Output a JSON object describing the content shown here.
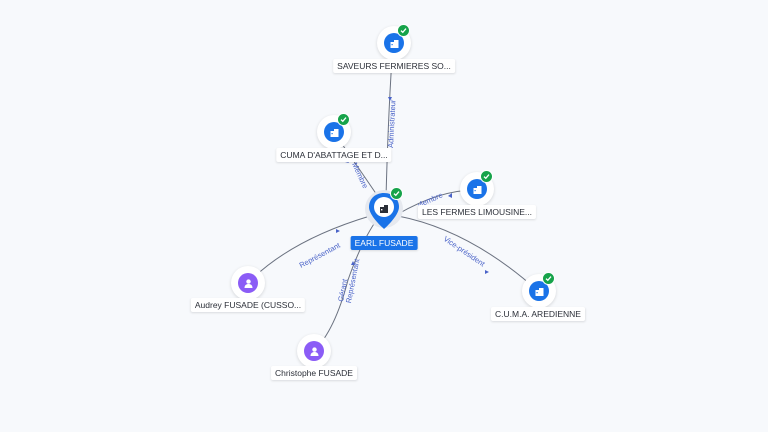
{
  "center": {
    "label": "EARL FUSADE",
    "icon": "company-icon",
    "verified": true
  },
  "nodes": [
    {
      "id": "saveurs",
      "label": "SAVEURS FERMIERES SO...",
      "kind": "company",
      "icon": "company-icon",
      "verified": true
    },
    {
      "id": "cuma_abattage",
      "label": "CUMA D'ABATTAGE ET D...",
      "kind": "company",
      "icon": "company-icon",
      "verified": true
    },
    {
      "id": "fermes",
      "label": "LES FERMES LIMOUSINE...",
      "kind": "company",
      "icon": "company-icon",
      "verified": true
    },
    {
      "id": "cuma_aredienne",
      "label": "C.U.M.A. AREDIENNE",
      "kind": "company",
      "icon": "company-icon",
      "verified": true
    },
    {
      "id": "audrey",
      "label": "Audrey FUSADE (CUSSO...",
      "kind": "person",
      "icon": "person-icon",
      "verified": false
    },
    {
      "id": "christophe",
      "label": "Christophe FUSADE",
      "kind": "person",
      "icon": "person-icon",
      "verified": false
    }
  ],
  "edges": [
    {
      "from": "center",
      "to": "saveurs",
      "label": "Administrateur"
    },
    {
      "from": "center",
      "to": "cuma_abattage",
      "label": "Membre"
    },
    {
      "from": "center",
      "to": "fermes",
      "label": "Membre"
    },
    {
      "from": "center",
      "to": "cuma_aredienne",
      "label": "Vice-président"
    },
    {
      "from": "audrey",
      "to": "center",
      "label": "Représentant"
    },
    {
      "from": "christophe",
      "to": "center",
      "label": "Gérant Représentant"
    }
  ],
  "colors": {
    "company": "#1a73e8",
    "person": "#8b5cf6",
    "verified": "#16a34a",
    "edge_label": "#4a63c8",
    "background": "#f7f9fc"
  }
}
